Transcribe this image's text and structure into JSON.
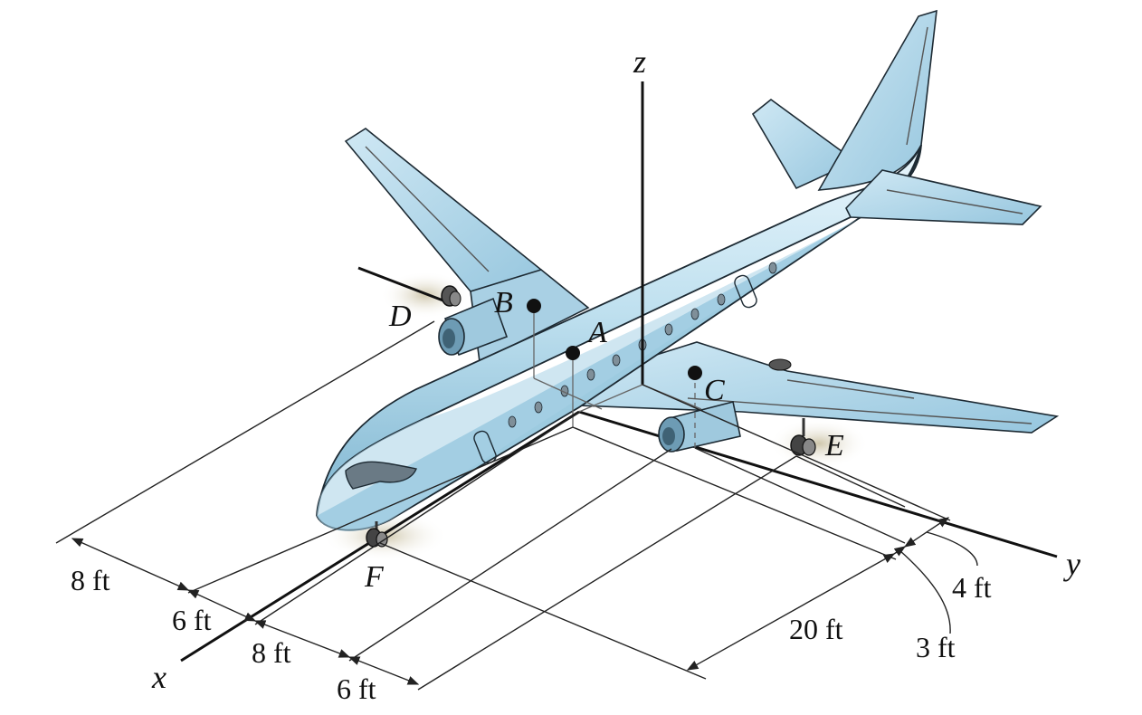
{
  "axes": {
    "x": "x",
    "y": "y",
    "z": "z"
  },
  "points": {
    "A": "A",
    "B": "B",
    "C": "C",
    "D": "D",
    "E": "E",
    "F": "F"
  },
  "dimensions": {
    "left_8ft": "8 ft",
    "left_6ft": "6 ft",
    "bottom_8ft": "8 ft",
    "bottom_6ft": "6 ft",
    "right_20ft": "20 ft",
    "right_4ft": "4 ft",
    "right_3ft": "3 ft"
  },
  "colors": {
    "fuselage": "#bfe0ef",
    "wing": "#aed3e6",
    "outline": "#1d2a33",
    "shadow": "#d9d4c2"
  }
}
